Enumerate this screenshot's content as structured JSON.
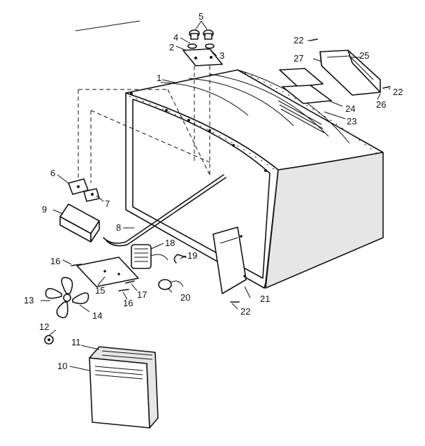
{
  "callouts": [
    {
      "id": "c1",
      "text": "1"
    },
    {
      "id": "c2",
      "text": "2"
    },
    {
      "id": "c3",
      "text": "3"
    },
    {
      "id": "c4",
      "text": "4"
    },
    {
      "id": "c5",
      "text": "5"
    },
    {
      "id": "c6",
      "text": "6"
    },
    {
      "id": "c7",
      "text": "7"
    },
    {
      "id": "c8",
      "text": "8"
    },
    {
      "id": "c9",
      "text": "9"
    },
    {
      "id": "c10",
      "text": "10"
    },
    {
      "id": "c11",
      "text": "11"
    },
    {
      "id": "c12",
      "text": "12"
    },
    {
      "id": "c13",
      "text": "13"
    },
    {
      "id": "c14",
      "text": "14"
    },
    {
      "id": "c15",
      "text": "15"
    },
    {
      "id": "c16a",
      "text": "16"
    },
    {
      "id": "c16b",
      "text": "16"
    },
    {
      "id": "c17",
      "text": "17"
    },
    {
      "id": "c18",
      "text": "18"
    },
    {
      "id": "c19",
      "text": "19"
    },
    {
      "id": "c20",
      "text": "20"
    },
    {
      "id": "c21",
      "text": "21"
    },
    {
      "id": "c22a",
      "text": "22"
    },
    {
      "id": "c22b",
      "text": "22"
    },
    {
      "id": "c22c",
      "text": "22"
    },
    {
      "id": "c23",
      "text": "23"
    },
    {
      "id": "c24",
      "text": "24"
    },
    {
      "id": "c25",
      "text": "25"
    },
    {
      "id": "c26",
      "text": "26"
    },
    {
      "id": "c27",
      "text": "27"
    }
  ],
  "colors": {
    "ink": "#111111",
    "paper": "#ffffff"
  }
}
